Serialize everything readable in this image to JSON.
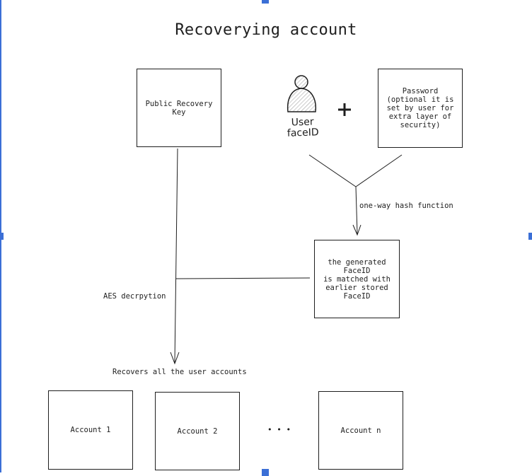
{
  "title": "Recoverying account",
  "boxes": {
    "public_key": "Public Recovery\nKey",
    "password": "Password\n(optional it is\nset by user for\nextra layer of\nsecurity)",
    "generated": "the generated\nFaceID\nis matched with\nearlier stored\nFaceID",
    "accounts": [
      "Account 1",
      "Account 2",
      "Account n"
    ]
  },
  "user_label": "User\nfaceID",
  "plus": "+",
  "ellipsis": "• • •",
  "labels": {
    "hash": "one-way hash function",
    "aes": "AES decrpytion",
    "recovers": "Recovers all the user accounts"
  },
  "colors": {
    "stroke": "#1e1e1e",
    "selection": "#3b6fd6"
  }
}
